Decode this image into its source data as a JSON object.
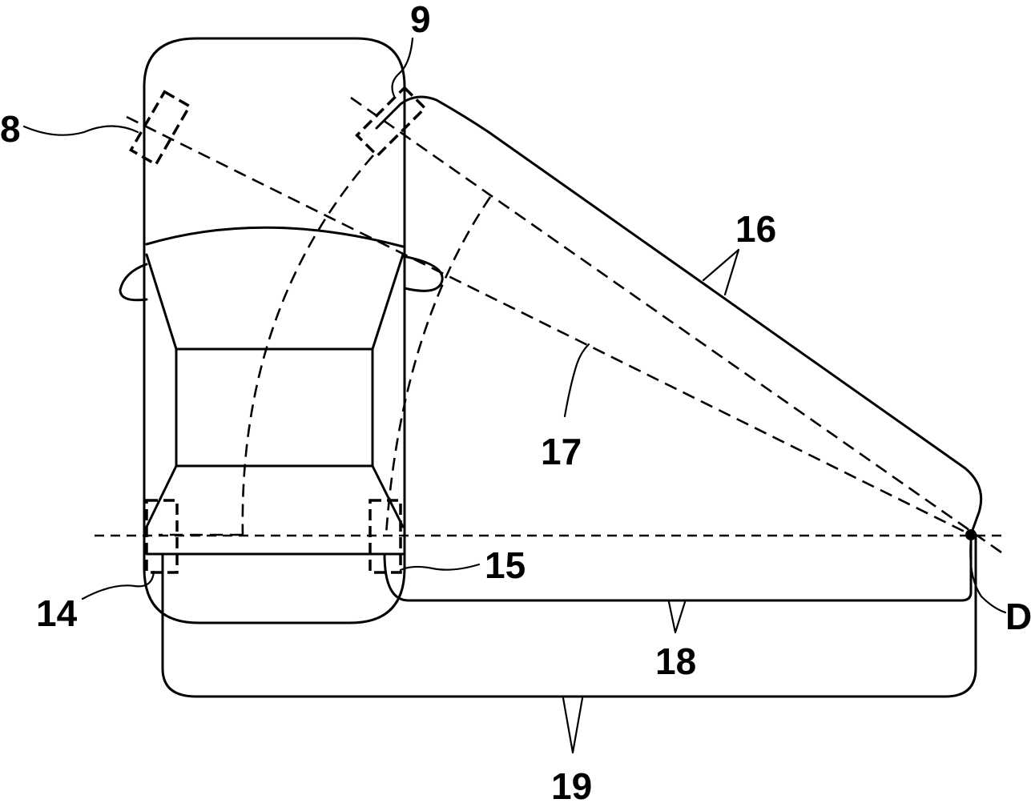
{
  "labels": {
    "sensor_front_left": "8",
    "sensor_front_right": "9",
    "sensor_rear_left": "14",
    "sensor_rear_right": "15",
    "zone_diagonal": "16",
    "line_diagonal": "17",
    "zone_lateral": "18",
    "zone_lateral_full": "19",
    "point_d": "D"
  }
}
